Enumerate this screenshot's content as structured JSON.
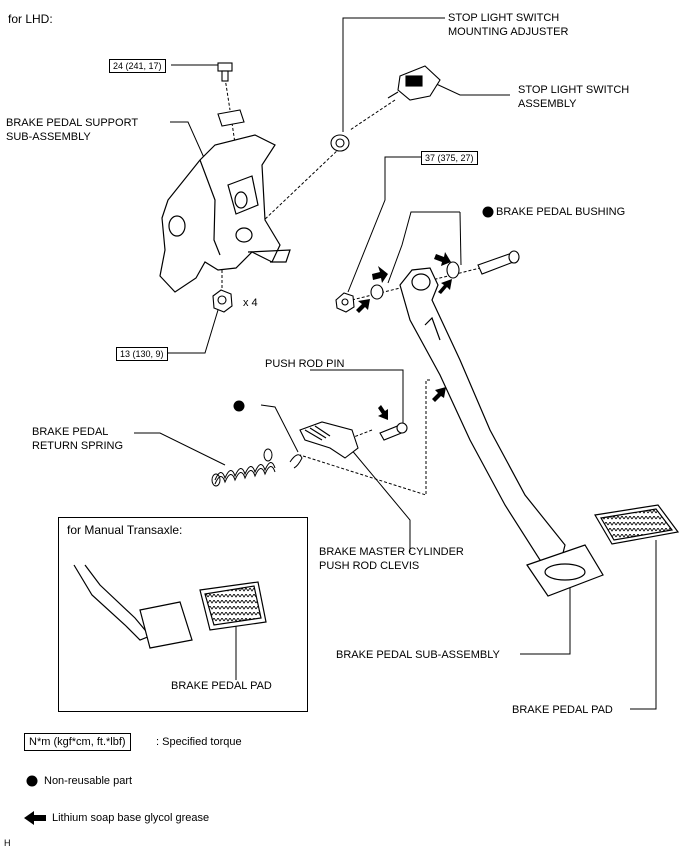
{
  "header": {
    "variant": "for LHD:"
  },
  "labels": {
    "stop_light_switch_adjuster": [
      "STOP LIGHT SWITCH",
      "MOUNTING ADJUSTER"
    ],
    "stop_light_switch_assembly": [
      "STOP LIGHT SWITCH",
      "ASSEMBLY"
    ],
    "brake_pedal_support": [
      "BRAKE PEDAL SUPPORT",
      "SUB-ASSEMBLY"
    ],
    "brake_pedal_bushing": "BRAKE PEDAL BUSHING",
    "push_rod_pin": "PUSH ROD PIN",
    "return_spring": [
      "BRAKE PEDAL",
      "RETURN SPRING"
    ],
    "push_rod_clevis": [
      "BRAKE MASTER CYLINDER",
      "PUSH ROD CLEVIS"
    ],
    "pedal_sub_assembly": "BRAKE PEDAL SUB-ASSEMBLY",
    "pedal_pad": "BRAKE PEDAL PAD",
    "manual_pedal_pad": "BRAKE PEDAL PAD",
    "qty_x4": "x 4"
  },
  "torques": {
    "bolt_top": "24 (241, 17)",
    "bolt_pivot": "37 (375, 27)",
    "nuts": "13 (130, 9)"
  },
  "inset": {
    "title": "for Manual Transaxle:"
  },
  "legend": {
    "torque_unit": "N*m (kgf*cm, ft.*lbf)",
    "torque_desc": ": Specified torque",
    "nonreusable": "Non-reusable part",
    "grease": "Lithium soap base glycol grease"
  },
  "footer_code": "H"
}
